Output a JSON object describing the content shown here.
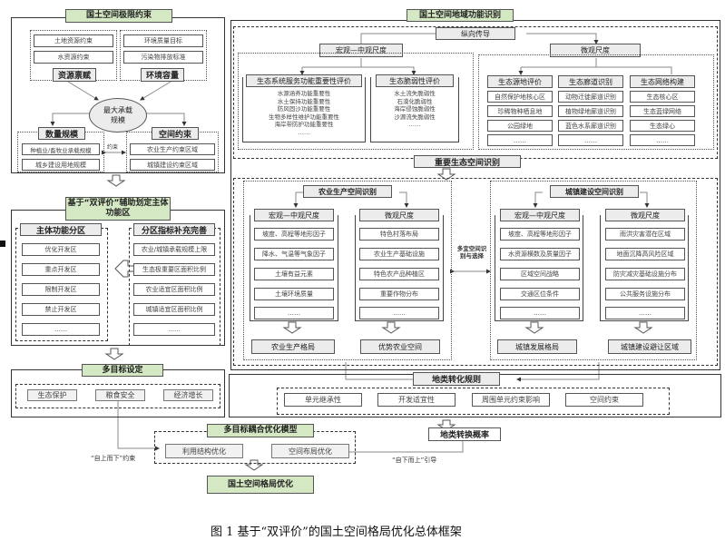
{
  "left": {
    "limits": {
      "title": "国土空间极限约束",
      "resource_items": [
        "土地资源约束",
        "水资源约束"
      ],
      "resource_label": "资源禀赋",
      "env_items": [
        "环境质量目标",
        "污染物排放标准"
      ],
      "env_label": "环境容量",
      "center": "最大承载规模",
      "quantity_label": "数量规模",
      "quantity_items": [
        "种植业/畜牧业承载规模",
        "城乡建设用地规模"
      ],
      "constraint_mid": "约束",
      "spatial_label": "空间约束",
      "spatial_items": [
        "农业生产约束区域",
        "城镇建设约束区域"
      ]
    },
    "zones": {
      "title": "基于“双评价”辅助划定主体功能区",
      "main_label": "主体功能分区",
      "main_items": [
        "优化开发区",
        "重点开发区",
        "限制开发区",
        "禁止开发区",
        "……"
      ],
      "index_label": "分区指标补充完善",
      "index_items": [
        "农业/城镇承载规模上限",
        "生态极重要区面积比例",
        "农业适宜区面积比例",
        "城镇适宜区面积比例",
        "……"
      ]
    },
    "goals": {
      "title": "多目标设定",
      "items": [
        "生态保护",
        "粮食安全",
        "经济增长"
      ]
    }
  },
  "right": {
    "title": "国土空间地域功能识别",
    "vertical": "纵向传导",
    "eco": {
      "macro_label": "宏观—中观尺度",
      "service_title": "生态系统服务功能重要性评价",
      "service_items": [
        "水源涵养功能重要性",
        "水土保持功能重要性",
        "防风固沙功能重要性",
        "生物多样性维护功能重要性",
        "海岸带防护功能重要性",
        "……"
      ],
      "fragile_title": "生态脆弱性评价",
      "fragile_items": [
        "水土流失脆弱性",
        "石漠化脆弱性",
        "海岸侵蚀脆弱性",
        "沙源流失脆弱性",
        "……"
      ],
      "micro_label": "微观尺度",
      "micro_cols": [
        {
          "title": "生态源地评价",
          "items": [
            "自然保护地核心区",
            "珍稀物种栖息地",
            "公园绿地",
            "……"
          ]
        },
        {
          "title": "生态廊道识别",
          "items": [
            "动物迁徙廊道识别",
            "植物绿地廊道识别",
            "蓝色水系廊道识别",
            "……"
          ]
        },
        {
          "title": "生态网络构建",
          "items": [
            "生态核心区",
            "生态蓝绿网络",
            "生态绿心",
            "……"
          ]
        }
      ]
    },
    "important_eco": "重要生态空间识别",
    "agri": {
      "title": "农业生产空间识别",
      "macro_label": "宏观—中观尺度",
      "macro_items": [
        "坡度、高程等地形因子",
        "降水、气温等气象因子",
        "土壤有益元素",
        "土壤环境质量",
        "……"
      ],
      "micro_label": "微观尺度",
      "micro_items": [
        "特色村落布局",
        "农业生产基础设施",
        "特色农产品种植区",
        "重要作物分布",
        "……"
      ],
      "out_left": "农业生产格局",
      "out_right": "优势农业空间"
    },
    "multi": "多宜空间识别与选择",
    "urban": {
      "title": "城镇建设空间识别",
      "macro_label": "宏观—中观尺度",
      "macro_items": [
        "坡度、高程等地形因子",
        "水资源横数及质量因子",
        "区域空间战略",
        "交通区位条件",
        "……"
      ],
      "micro_label": "微观尺度",
      "micro_items": [
        "雨洪灾害潜在区域",
        "地面沉降高风险区域",
        "防灾减灾基础设施分布",
        "公共服务设施分布",
        "……"
      ],
      "out_left": "城镇发展格局",
      "out_right": "城镇建设避让区域"
    },
    "rules": {
      "title": "地类转化规则",
      "items": [
        "单元继承性",
        "开发适宜性",
        "周围单元约束影响",
        "空间约束"
      ]
    },
    "prob": "地类转换概率"
  },
  "bottom": {
    "model_title": "多目标耦合优化模型",
    "model_items": [
      "利用结构优化",
      "空间布局优化"
    ],
    "top_down": "“自上而下”约束",
    "bottom_up": "“自下而上”引导",
    "result": "国土空间格局优化"
  },
  "caption": "图 1 基于“双评价”的国土空间格局优化总体框架"
}
